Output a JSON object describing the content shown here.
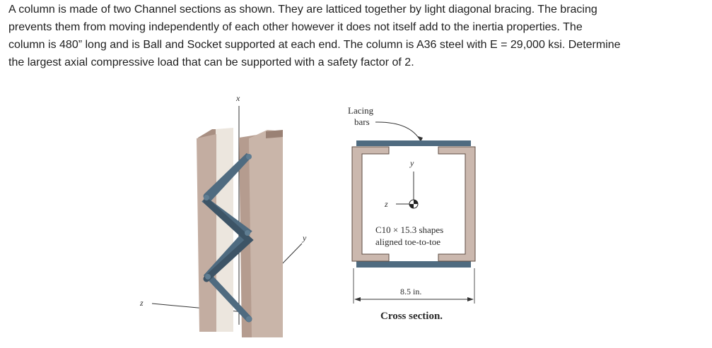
{
  "problem": {
    "lines": [
      "A column is made of two Channel sections as shown.  They are latticed together by light diagonal  bracing.  The bracing",
      "prevents them from moving independently of each other however it does not itself add to the inertia properties.  The",
      "column is 480” long and is Ball and Socket supported at each end.   The column is A36 steel with E = 29,000 ksi.  Determine",
      "the largest axial compressive load that can be supported with a safety factor of 2."
    ]
  },
  "figure_3d": {
    "axis_x": "x",
    "axis_y": "y",
    "axis_z": "z"
  },
  "cross_section": {
    "lacing_line1": "Lacing",
    "lacing_line2": "bars",
    "axis_y": "y",
    "axis_z": "z",
    "shape_line1": "C10 × 15.3 shapes",
    "shape_line2": "aligned toe-to-toe",
    "dimension": "8.5 in.",
    "caption": "Cross section."
  },
  "colors": {
    "channel_face": "#c9b5a9",
    "channel_shade": "#a88f82",
    "lacing": "#4f6b80",
    "section_fill": "#cbb8ae"
  }
}
